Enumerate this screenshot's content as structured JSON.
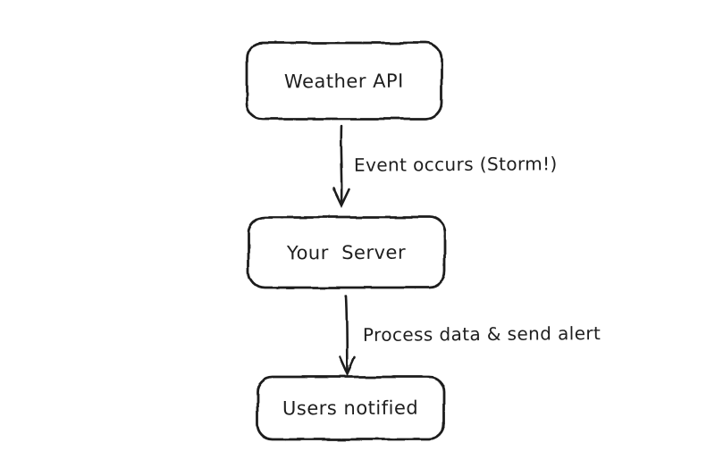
{
  "diagram": {
    "background_color": "#ffffff",
    "stroke_color": "#1e1e1e",
    "text_color": "#1e1e1e",
    "style": "hand-drawn flowchart",
    "nodes": [
      {
        "id": "weather-api",
        "label": "Weather API"
      },
      {
        "id": "your-server",
        "label": "Your  Server"
      },
      {
        "id": "users-notified",
        "label": "Users notified"
      }
    ],
    "edges": [
      {
        "from": "weather-api",
        "to": "your-server",
        "label": "Event occurs (Storm!)"
      },
      {
        "from": "your-server",
        "to": "users-notified",
        "label": "Process data & send alert"
      }
    ]
  }
}
